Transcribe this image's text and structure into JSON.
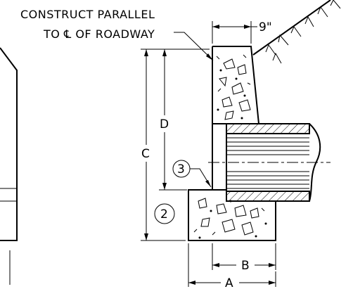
{
  "drawing": {
    "note_line1": "CONSTRUCT PARALLEL",
    "note_line2": "TO ℄ OF ROADWAY",
    "dim_top": "9\"",
    "dim_d": "D",
    "dim_c": "C",
    "dim_b": "B",
    "dim_a": "A",
    "callout_3": "3",
    "callout_2": "2"
  }
}
